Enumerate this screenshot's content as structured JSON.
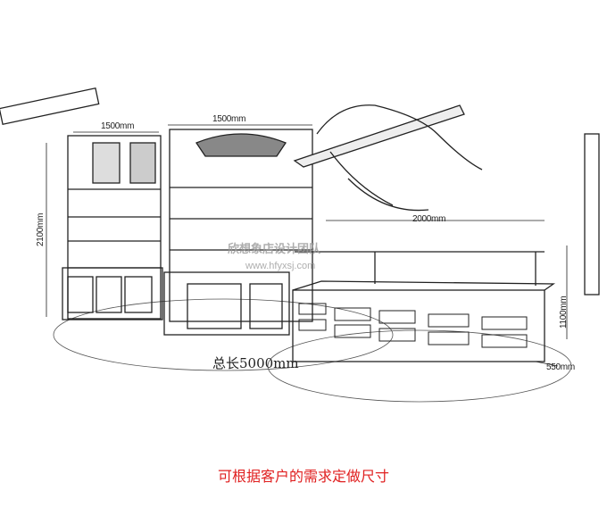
{
  "dimensions": {
    "left_width": "1500mm",
    "middle_width": "1500mm",
    "right_width": "2000mm",
    "height_tall": "2100mm",
    "height_low": "1100mm",
    "depth": "550mm",
    "total_length": "总长5000mm"
  },
  "watermark": {
    "name": "欣想象店设计团队",
    "url": "www.hfyxsj.com"
  },
  "caption": "可根据客户的需求定做尺寸",
  "colors": {
    "caption": "#e02020",
    "sketch": "#222222",
    "watermark": "#9a9a9a"
  }
}
